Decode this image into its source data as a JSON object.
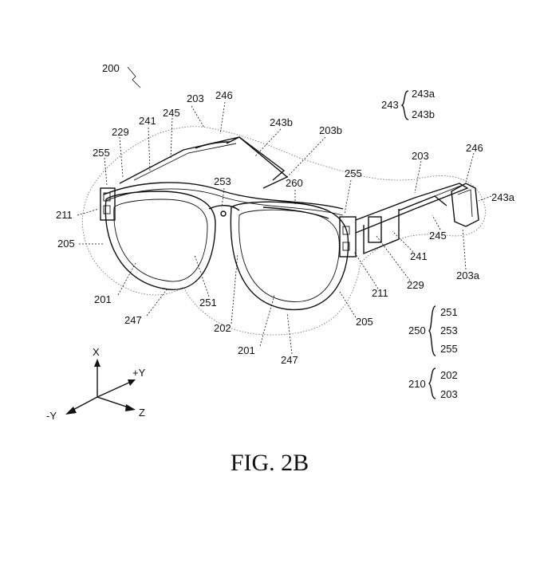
{
  "figure_caption": "FIG. 2B",
  "reference_label": "200",
  "labels": {
    "l203_left": "203",
    "l246_left": "246",
    "l243b_top": "243b",
    "l203b": "203b",
    "l241_left": "241",
    "l245_left": "245",
    "l229_left": "229",
    "l255_left": "255",
    "l253": "253",
    "l260": "260",
    "l255_right": "255",
    "l211_left": "211",
    "l205_left": "205",
    "l201_left": "201",
    "l247_left": "247",
    "l251": "251",
    "l202": "202",
    "l201_bottom": "201",
    "l247_bottom": "247",
    "l205_right": "205",
    "l211_right": "211",
    "l229_right": "229",
    "l241_right": "241",
    "l203_right": "203",
    "l246_right": "246",
    "l243a_right": "243a",
    "l245_right": "245",
    "l203a": "203a"
  },
  "legend_groups": [
    {
      "parent": "243",
      "children": [
        "243a",
        "243b"
      ]
    },
    {
      "parent": "250",
      "children": [
        "251",
        "253",
        "255"
      ]
    },
    {
      "parent": "210",
      "children": [
        "202",
        "203"
      ]
    }
  ],
  "axes": {
    "x": "X",
    "plus_y": "+Y",
    "minus_y": "-Y",
    "z": "Z"
  }
}
